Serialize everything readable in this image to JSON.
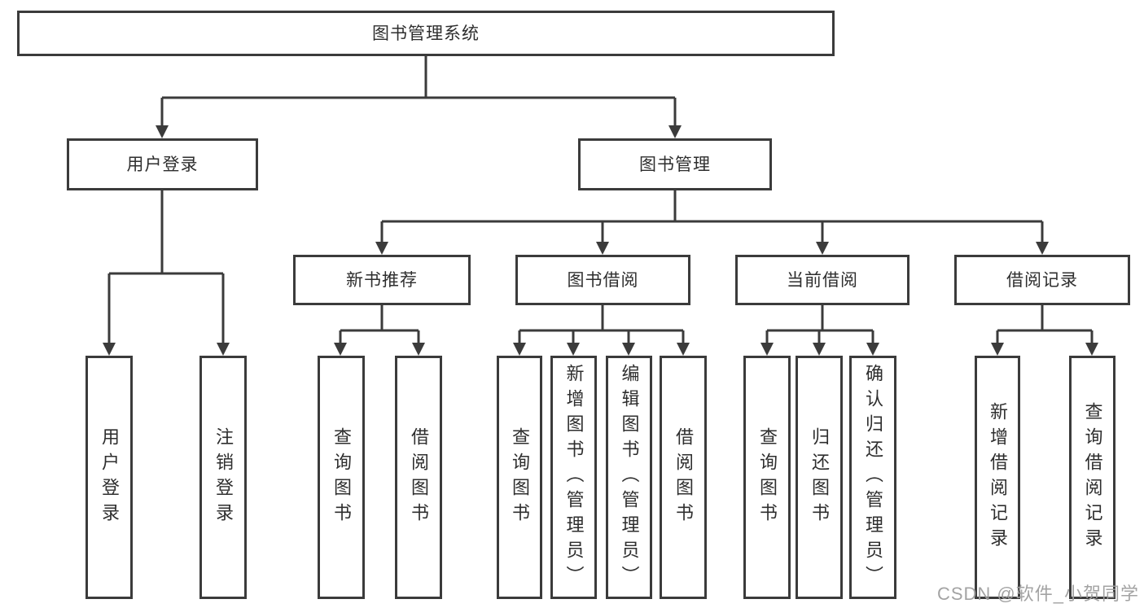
{
  "watermark": "CSDN @软件_小贺同学",
  "colors": {
    "line": "#3b3b3b",
    "box_border": "#3b3b3b",
    "text": "#2e2e2e",
    "watermark": "#9e9e9e",
    "background": "#ffffff"
  },
  "tree": {
    "root": {
      "label": "图书管理系统"
    },
    "children": [
      {
        "label": "用户登录",
        "children": [
          {
            "label": "用户登录"
          },
          {
            "label": "注销登录"
          }
        ]
      },
      {
        "label": "图书管理",
        "children": [
          {
            "label": "新书推荐",
            "children": [
              {
                "label": "查询图书"
              },
              {
                "label": "借阅图书"
              }
            ]
          },
          {
            "label": "图书借阅",
            "children": [
              {
                "label": "查询图书"
              },
              {
                "label": "新增图书（管理员）"
              },
              {
                "label": "编辑图书（管理员）"
              },
              {
                "label": "借阅图书"
              }
            ]
          },
          {
            "label": "当前借阅",
            "children": [
              {
                "label": "查询图书"
              },
              {
                "label": "归还图书"
              },
              {
                "label": "确认归还（管理员）"
              }
            ]
          },
          {
            "label": "借阅记录",
            "children": [
              {
                "label": "新增借阅记录"
              },
              {
                "label": "查询借阅记录"
              }
            ]
          }
        ]
      }
    ]
  }
}
